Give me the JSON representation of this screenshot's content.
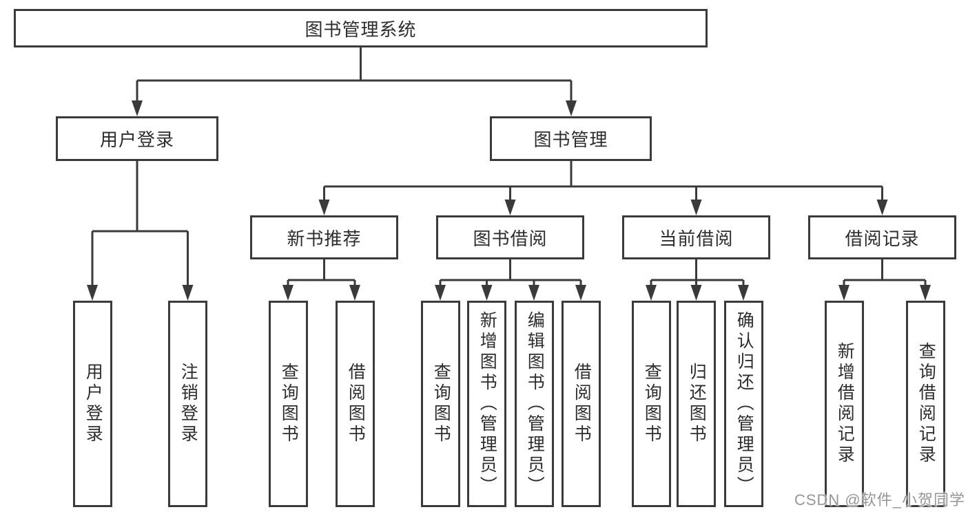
{
  "tree": {
    "root": "图书管理系统",
    "branches": [
      {
        "label": "用户登录",
        "children": [
          "用户登录",
          "注销登录"
        ]
      },
      {
        "label": "图书管理",
        "sections": [
          {
            "label": "新书推荐",
            "children": [
              "查询图书",
              "借阅图书"
            ]
          },
          {
            "label": "图书借阅",
            "children": [
              "查询图书",
              "新增图书（管理员）",
              "编辑图书（管理员）",
              "借阅图书"
            ]
          },
          {
            "label": "当前借阅",
            "children": [
              "查询图书",
              "归还图书",
              "确认归还（管理员）"
            ]
          },
          {
            "label": "借阅记录",
            "children": [
              "新增借阅记录",
              "查询借阅记录"
            ]
          }
        ]
      }
    ]
  },
  "watermark": {
    "text": "CSDN @软件_小贺同学"
  },
  "colors": {
    "background": "#ffffff",
    "box_border": "#3a3a3a",
    "line": "#3a3a3a",
    "text": "#2d2d2d",
    "watermark_text": "#969696"
  }
}
